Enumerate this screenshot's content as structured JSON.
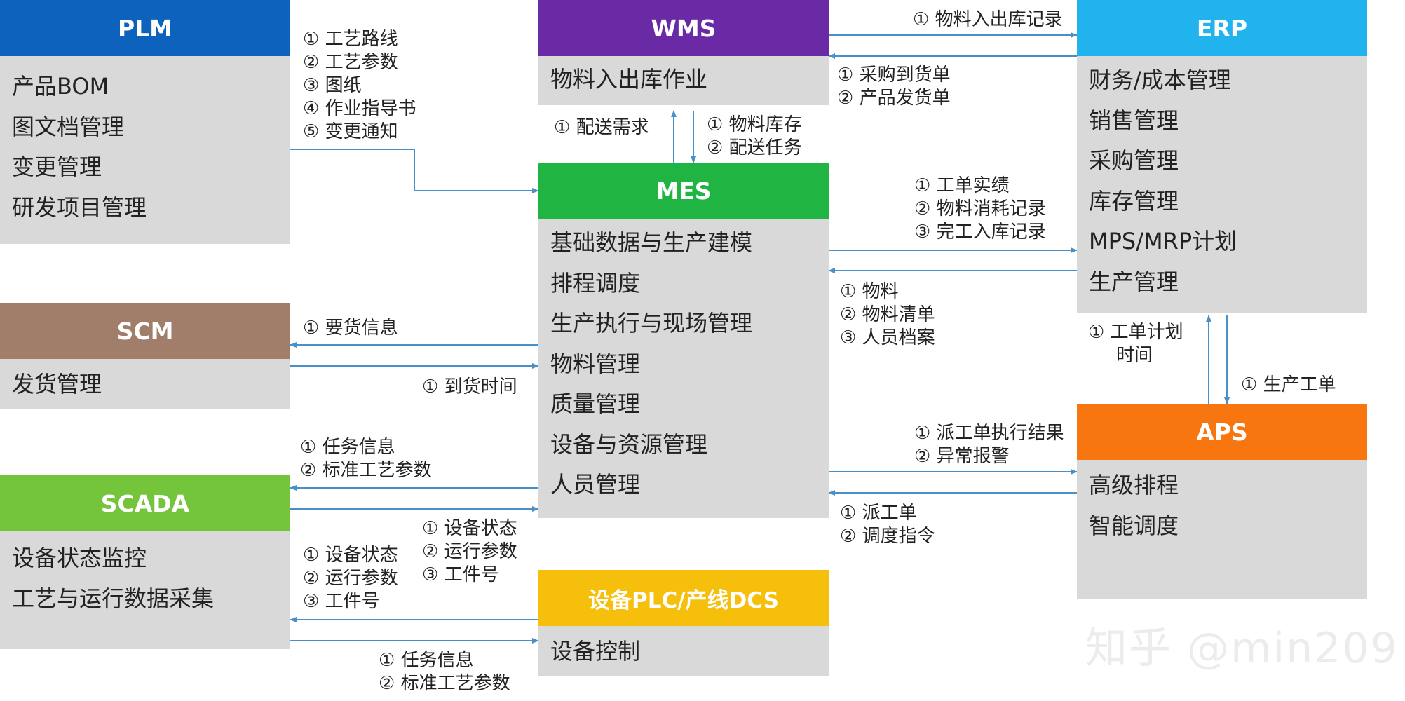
{
  "colors": {
    "plm": "#0d62bd",
    "wms": "#6b2aa5",
    "erp": "#21b3ee",
    "mes": "#20b543",
    "scm": "#a07e6a",
    "scada": "#74c53c",
    "aps": "#f7760f",
    "plc": "#f6bf0c",
    "box_body": "#d9d9d9",
    "arrow": "#4a90c8"
  },
  "boxes": {
    "plm": {
      "title": "PLM",
      "items": [
        "产品BOM",
        "图文档管理",
        "变更管理",
        "研发项目管理"
      ]
    },
    "wms": {
      "title": "WMS",
      "items": [
        "物料入出库作业"
      ]
    },
    "erp": {
      "title": "ERP",
      "items": [
        "财务/成本管理",
        "销售管理",
        "采购管理",
        "库存管理",
        "MPS/MRP计划",
        "生产管理"
      ]
    },
    "mes": {
      "title": "MES",
      "items": [
        "基础数据与生产建模",
        "排程调度",
        "生产执行与现场管理",
        "物料管理",
        "质量管理",
        "设备与资源管理",
        "人员管理"
      ]
    },
    "scm": {
      "title": "SCM",
      "items": [
        "发货管理"
      ]
    },
    "scada": {
      "title": "SCADA",
      "items": [
        "设备状态监控",
        "工艺与运行数据采集"
      ]
    },
    "aps": {
      "title": "APS",
      "items": [
        "高级排程",
        "智能调度"
      ]
    },
    "plc": {
      "title": "设备PLC/产线DCS",
      "items": [
        "设备控制"
      ]
    }
  },
  "flows": {
    "plm_to_mes": [
      "① 工艺路线",
      "② 工艺参数",
      "③ 图纸",
      "④ 作业指导书",
      "⑤ 变更通知"
    ],
    "wms_to_erp": [
      "① 物料入出库记录"
    ],
    "erp_to_wms": [
      "① 采购到货单",
      "② 产品发货单"
    ],
    "mes_to_wms": [
      "① 配送需求"
    ],
    "wms_to_mes": [
      "① 物料库存",
      "② 配送任务"
    ],
    "mes_to_erp": [
      "① 工单实绩",
      "② 物料消耗记录",
      "③ 完工入库记录"
    ],
    "erp_to_mes": [
      "① 物料",
      "② 物料清单",
      "③ 人员档案"
    ],
    "aps_to_erp": [
      "① 工单计划",
      "时间"
    ],
    "erp_to_aps": [
      "① 生产工单"
    ],
    "mes_to_scm": [
      "① 要货信息"
    ],
    "scm_to_mes": [
      "① 到货时间"
    ],
    "mes_to_aps": [
      "① 派工单执行结果",
      "② 异常报警"
    ],
    "aps_to_mes": [
      "① 派工单",
      "② 调度指令"
    ],
    "mes_to_scada": [
      "① 任务信息",
      "② 标准工艺参数"
    ],
    "scada_to_mes": [
      "① 设备状态",
      "② 运行参数",
      "③ 工件号"
    ],
    "plc_to_scada": [
      "① 设备状态",
      "② 运行参数",
      "③ 工件号"
    ],
    "scada_to_plc": [
      "① 任务信息",
      "② 标准工艺参数"
    ]
  },
  "watermark": "知乎 @min209"
}
